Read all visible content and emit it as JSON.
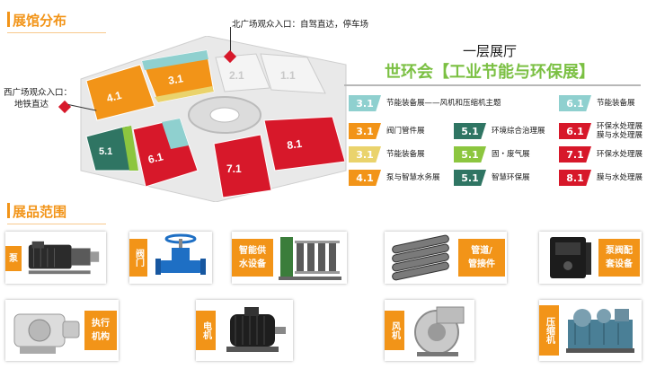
{
  "sections": {
    "layout_title": "展馆分布",
    "scope_title": "展品范围"
  },
  "entrances": {
    "north": "北广场观众入口：自驾直达，停车场",
    "west_line1": "西广场观众入口：",
    "west_line2": "地铁直达"
  },
  "floor_title": "一层展厅",
  "expo_title": "世环会【工业节能与环保展】",
  "map_halls": [
    "4.1",
    "3.1",
    "2.1",
    "1.1",
    "5.1",
    "6.1",
    "7.1",
    "8.1"
  ],
  "legend": [
    {
      "hall": "3.1",
      "color": "#8fd0cf",
      "label": "节能装备展——风机和压缩机主题"
    },
    {
      "hall": "3.1",
      "color": "#f29418",
      "label": "阀门管件展"
    },
    {
      "hall": "3.1",
      "color": "#ead36c",
      "label": "节能装备展"
    },
    {
      "hall": "4.1",
      "color": "#f29418",
      "label": "泵与智慧水务展"
    },
    {
      "hall": "5.1",
      "color": "#2f7563",
      "label": "环境综合治理展"
    },
    {
      "hall": "5.1",
      "color": "#8cc63f",
      "label": "固・废气展"
    },
    {
      "hall": "5.1",
      "color": "#2f7563",
      "label": "智慧环保展"
    },
    {
      "hall": "6.1",
      "color": "#8fd0cf",
      "label": "节能装备展"
    },
    {
      "hall": "6.1",
      "color": "#d7182a",
      "label_line1": "环保水处理展",
      "label_line2": "膜与水处理展"
    },
    {
      "hall": "7.1",
      "color": "#d7182a",
      "label": "环保水处理展"
    },
    {
      "hall": "8.1",
      "color": "#d7182a",
      "label": "膜与水处理展"
    }
  ],
  "products": [
    {
      "label": "泵",
      "icon": "pump"
    },
    {
      "label": "阀门",
      "icon": "valve"
    },
    {
      "label": "智能供水设备",
      "line1": "智能供",
      "line2": "水设备",
      "icon": "water-supply-equipment"
    },
    {
      "label": "管道/管接件",
      "line1": "管道/",
      "line2": "管接件",
      "icon": "pipes"
    },
    {
      "label": "泵阀配套设备",
      "line1": "泵阀配",
      "line2": "套设备",
      "icon": "drive-control-box"
    },
    {
      "label": "执行机构",
      "line1": "执行",
      "line2": "机构",
      "icon": "actuator"
    },
    {
      "label": "电机",
      "icon": "motor"
    },
    {
      "label": "风机",
      "icon": "fan"
    },
    {
      "label": "压缩机",
      "icon": "compressor"
    }
  ],
  "colors": {
    "orange": "#f29418",
    "red": "#d7182a",
    "teal": "#8fd0cf",
    "yellow": "#ead36c",
    "green": "#2f7563",
    "lime": "#8cc63f",
    "title_green": "#7bc043"
  }
}
